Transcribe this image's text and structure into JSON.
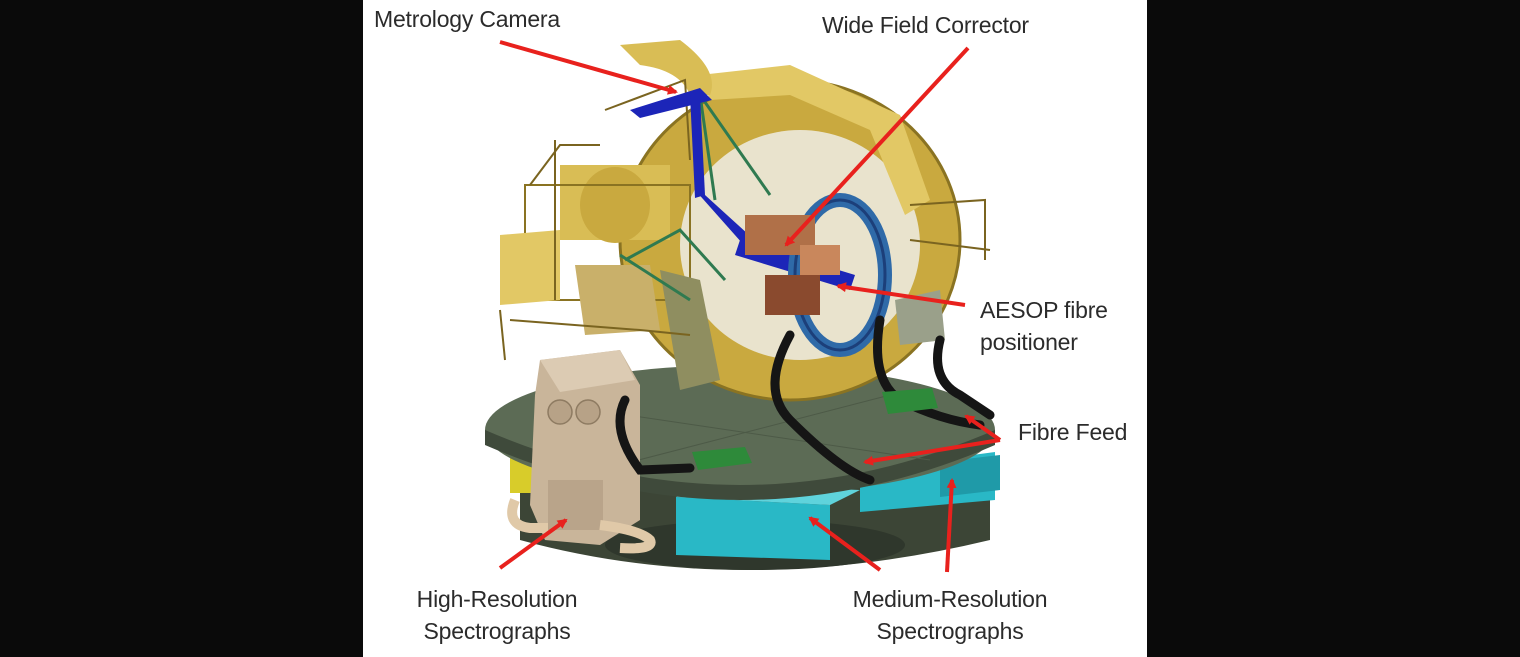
{
  "colors": {
    "background": "#0a0a0a",
    "panel": "#ffffff",
    "label_text": "#2b2b2b",
    "arrow": "#e8211d",
    "gold_structure": "#c9a93f",
    "gold_light": "#e2c865",
    "platform_green": "#3f4a3b",
    "platform_top": "#5c6b55",
    "blue_structure": "#1c25b8",
    "teal_box": "#29b8c6",
    "green_box": "#2e8a3a",
    "beige_spectrograph": "#c9b59a",
    "black_cables": "#151515"
  },
  "labels": {
    "metrology_camera": "Metrology Camera",
    "wide_field_corrector": "Wide Field Corrector",
    "aesop_line1": "AESOP fibre",
    "aesop_line2": "positioner",
    "fibre_feed": "Fibre Feed",
    "high_res_line1": "High-Resolution",
    "high_res_line2": "Spectrographs",
    "medium_res_line1": "Medium-Resolution",
    "medium_res_line2": "Spectrographs"
  }
}
